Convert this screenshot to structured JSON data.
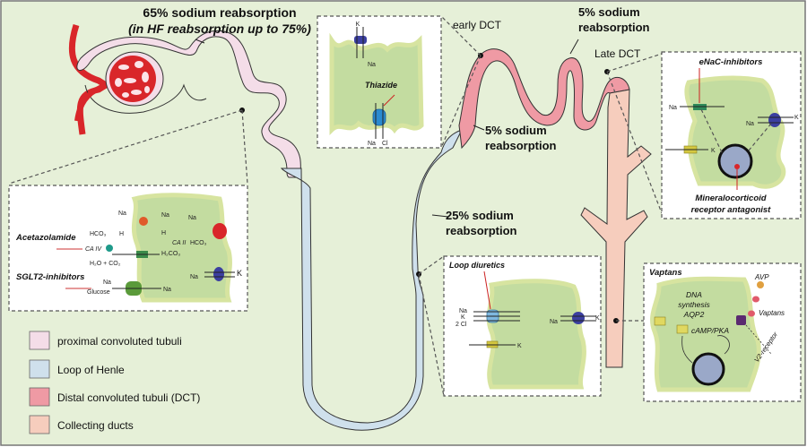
{
  "figure": {
    "background_color": "#e6f0d8",
    "colors": {
      "proximal": "#f4dde8",
      "henle": "#cfe0ec",
      "dct": "#ef9aa4",
      "collecting": "#f6cdbd",
      "cell": "#c3dca0",
      "membrane": "#eef0b0"
    }
  },
  "labels": {
    "proximal_line1": "65% sodium reabsorption",
    "proximal_line2": "(in HF reabsorption up to 75%)",
    "early_dct": "early DCT",
    "late_dct": "Late DCT",
    "dct_upper_line1": "5% sodium",
    "dct_upper_line2": "reabsorption",
    "dct_lower_line1": "5% sodium",
    "dct_lower_line2": "reabsorption",
    "henle_line1": "25% sodium",
    "henle_line2": "reabsorption"
  },
  "insets": {
    "proximal": {
      "drug1": "Acetazolamide",
      "drug2": "SGLT2-inhibitors",
      "na": "Na",
      "h": "H",
      "hco3": "HCO₃",
      "ca4": "CA IV",
      "ca2": "CA II",
      "h2o_co2": "H₂O + CO₂",
      "h2co3": "H₂CO₃",
      "glucose": "Glucose",
      "k": "K"
    },
    "thiazide": {
      "drug": "Thiazide",
      "k": "K",
      "na": "Na",
      "cl": "Cl"
    },
    "enac": {
      "drug1": "eNaC-inhibitors",
      "drug2_line1": "Mineralocorticoid",
      "drug2_line2": "receptor antagonist",
      "na": "Na",
      "k": "K"
    },
    "loop": {
      "drug": "Loop diuretics",
      "na": "Na",
      "k": "K",
      "cl2": "2 Cl"
    },
    "vaptans": {
      "title": "Vaptans",
      "dna1": "DNA",
      "dna2": "synthesis",
      "aqp2": "AQP2",
      "camp": "cAMP/PKA",
      "avp": "AVP",
      "vaptans": "Vaptans",
      "v2": "V2-receptor"
    }
  },
  "legend": [
    {
      "label": "proximal convoluted tubuli",
      "color": "#f4dde8"
    },
    {
      "label": "Loop of Henle",
      "color": "#cfe0ec"
    },
    {
      "label": "Distal convoluted tubuli (DCT)",
      "color": "#ef9aa4"
    },
    {
      "label": "Collecting ducts",
      "color": "#f6cdbd"
    }
  ]
}
